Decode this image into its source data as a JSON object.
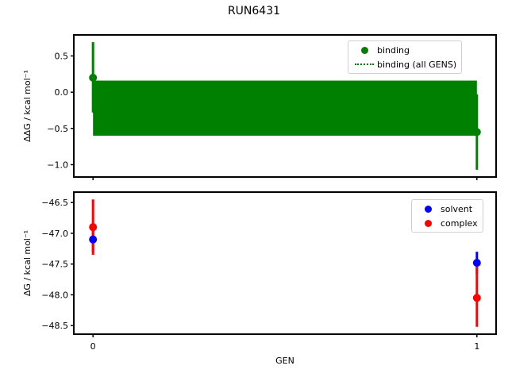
{
  "figure": {
    "title": "RUN6431",
    "xlabel": "GEN"
  },
  "chart_data": [
    {
      "type": "scatter",
      "title": "RUN6431",
      "panel": "top",
      "xlabel": "",
      "ylabel": "ΔΔG / kcal mol⁻¹",
      "xlim": [
        -0.05,
        1.05
      ],
      "ylim": [
        -1.17,
        0.79
      ],
      "yticks": [
        -1.0,
        -0.5,
        0.0,
        0.5
      ],
      "ytick_labels": [
        "−1.0",
        "−0.5",
        "0.0",
        "0.5"
      ],
      "xticks": [
        0,
        1
      ],
      "grid": false,
      "legend_position": "upper right",
      "series": [
        {
          "name": "binding",
          "color": "#008000",
          "marker": "circle",
          "x": [
            0,
            1
          ],
          "y": [
            0.2,
            -0.55
          ],
          "yerr_low": [
            -0.28,
            -1.07
          ],
          "yerr_high": [
            0.69,
            -0.03
          ]
        },
        {
          "name": "binding (all GENS)",
          "color": "#008000",
          "linestyle": "dotted",
          "fill_between": {
            "x": [
              0,
              1
            ],
            "y_low": -0.6,
            "y_high": 0.16
          }
        }
      ]
    },
    {
      "type": "scatter",
      "panel": "bottom",
      "xlabel": "GEN",
      "ylabel": "ΔG / kcal mol⁻¹",
      "xlim": [
        -0.05,
        1.05
      ],
      "ylim": [
        -48.64,
        -46.33
      ],
      "yticks": [
        -48.5,
        -48.0,
        -47.5,
        -47.0,
        -46.5
      ],
      "ytick_labels": [
        "−48.5",
        "−48.0",
        "−47.5",
        "−47.0",
        "−46.5"
      ],
      "xticks": [
        0,
        1
      ],
      "xtick_labels": [
        "0",
        "1"
      ],
      "grid": false,
      "legend_position": "upper right",
      "series": [
        {
          "name": "solvent",
          "color": "#0000ff",
          "x": [
            0,
            1
          ],
          "y": [
            -47.1,
            -47.48
          ],
          "yerr_low": [
            -47.3,
            -47.66
          ],
          "yerr_high": [
            -46.95,
            -47.3
          ]
        },
        {
          "name": "complex",
          "color": "#ff0000",
          "x": [
            0,
            1
          ],
          "y": [
            -46.9,
            -48.05
          ],
          "yerr_low": [
            -47.35,
            -48.52
          ],
          "yerr_high": [
            -46.45,
            -47.48
          ]
        }
      ]
    }
  ]
}
